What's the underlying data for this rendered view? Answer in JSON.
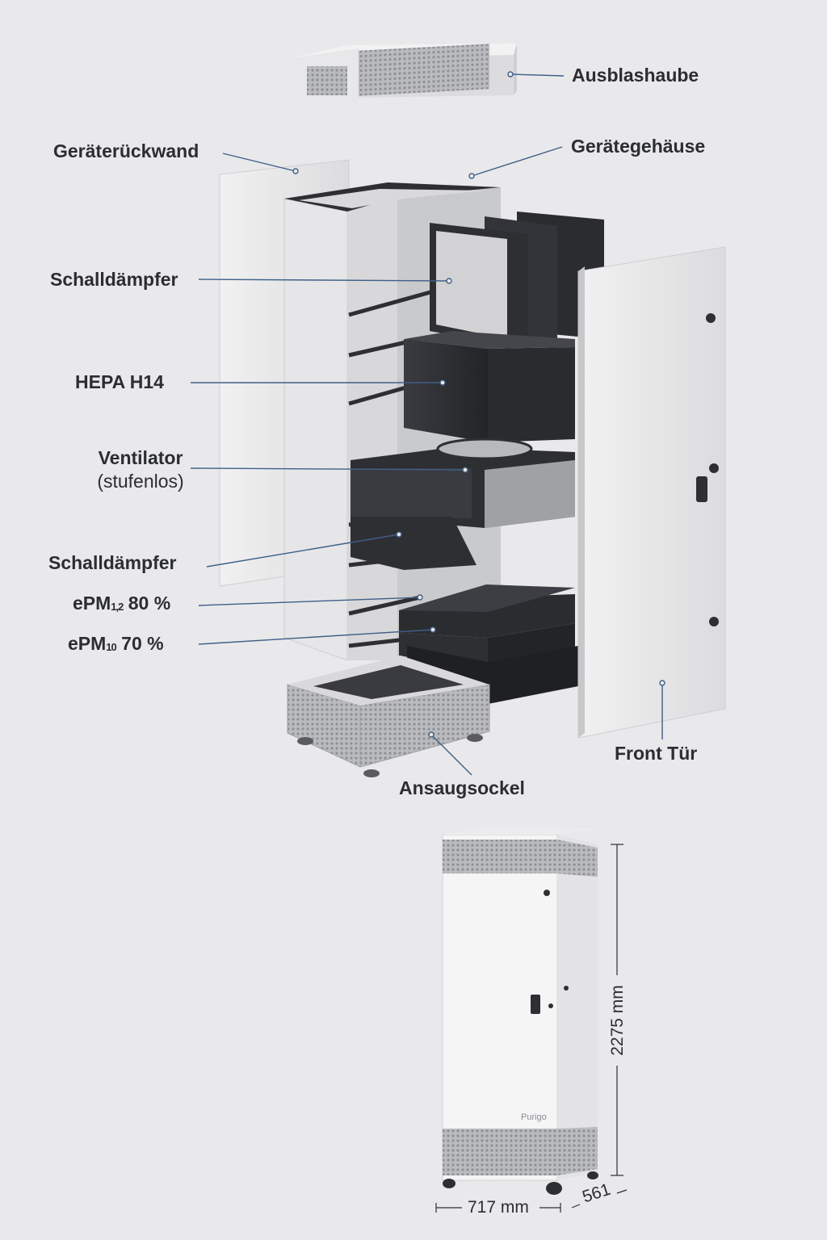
{
  "labels": {
    "ausblashaube": "Ausblashaube",
    "geraeteruckwand": "Geräterückwand",
    "geraetegehaeuse": "Gerätegehäuse",
    "schalldaempfer_top": "Schalldämpfer",
    "hepa": "HEPA H14",
    "ventilator": "Ventilator",
    "ventilator_sub": "(stufenlos)",
    "schalldaempfer_bottom": "Schalldämpfer",
    "epm1_prefix": "ePM",
    "epm1_sub": "1,2",
    "epm1_value": "80 %",
    "epm10_prefix": "ePM",
    "epm10_sub": "10",
    "epm10_value": "70 %",
    "front_tuer": "Front Tür",
    "ansaugsockel": "Ansaugsockel"
  },
  "dimensions": {
    "height": "2275 mm",
    "width": "717 mm",
    "depth": "561"
  },
  "brand": "Purigo",
  "colors": {
    "background": "#e9e9eb",
    "leader_line": "#3f5f86",
    "text": "#2b2d33",
    "panel": "#e4e4e6",
    "dark": "#2e2f33"
  }
}
